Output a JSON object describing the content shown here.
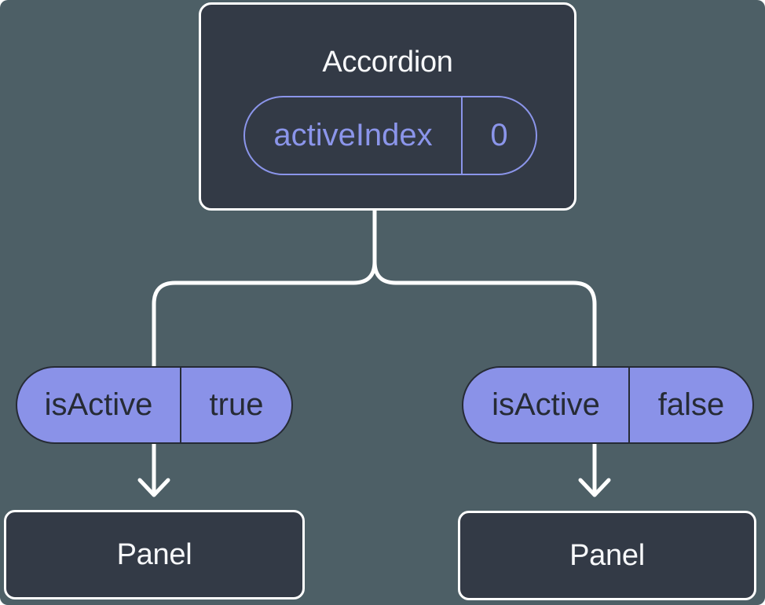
{
  "colors": {
    "canvas-bg": "#4D5F66",
    "node-bg": "#333A46",
    "node-border": "#FFFFFF",
    "node-text": "#F7F8FA",
    "pill-fill": "#8A92E8",
    "pill-border": "#262B35",
    "pill-text": "#262B35",
    "state-accent": "#8B95EA",
    "connector": "#FFFFFF"
  },
  "diagram": {
    "root": {
      "title": "Accordion",
      "state_pill": {
        "label": "activeIndex",
        "value": "0"
      }
    },
    "branches": [
      {
        "prop_pill": {
          "label": "isActive",
          "value": "true"
        },
        "child": {
          "title": "Panel"
        }
      },
      {
        "prop_pill": {
          "label": "isActive",
          "value": "false"
        },
        "child": {
          "title": "Panel"
        }
      }
    ]
  }
}
